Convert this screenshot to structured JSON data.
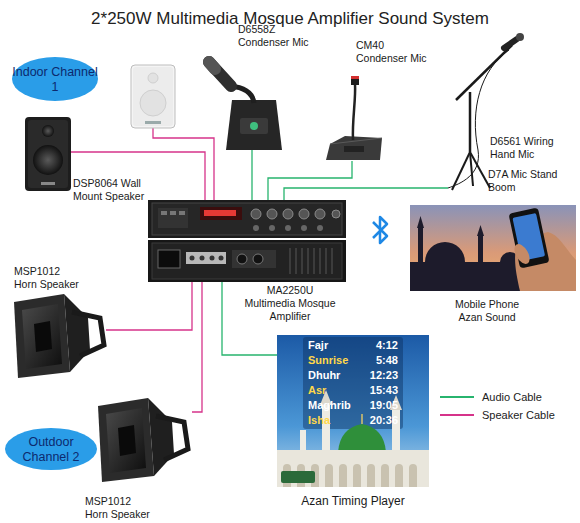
{
  "diagram": {
    "title": "2*250W Multimedia Mosque Amplifier Sound System",
    "nodes": [
      {
        "text": [
          "Indoor Channel 1"
        ]
      },
      {
        "text": [
          "DSP8064 Wall Mount Speaker"
        ]
      },
      {
        "text": [
          "D6558Z Condenser Mic"
        ]
      },
      {
        "text": [
          "CM40 Condenser Mic"
        ]
      },
      {
        "text": [
          "D6561 Wiring Hand Mic",
          "D7A Mic Stand Boom"
        ]
      },
      {
        "text": [
          "MA2250U Multimedia Mosque Amplifier"
        ]
      },
      {
        "text": [
          "Mobile Phone Azan Sound"
        ]
      },
      {
        "text": [
          "MSP1012 Horn Speaker"
        ]
      },
      {
        "text": [
          "Outdoor Channel 2"
        ]
      },
      {
        "text": [
          "MSP1012 Horn Speaker"
        ]
      },
      {
        "text": [
          "Azan Timing Player"
        ]
      }
    ],
    "edges": [
      {
        "from": 5,
        "to": 1,
        "arrow": "none"
      },
      {
        "from": 5,
        "to": 7,
        "arrow": "none"
      },
      {
        "from": 5,
        "to": 9,
        "arrow": "none"
      },
      {
        "from": 2,
        "to": 5,
        "arrow": "none"
      },
      {
        "from": 3,
        "to": 5,
        "arrow": "none"
      },
      {
        "from": 4,
        "to": 5,
        "arrow": "none"
      },
      {
        "from": 10,
        "to": 5,
        "arrow": "none"
      }
    ],
    "labels": [
      "Fajr",
      "4:12",
      "Sunrise",
      "5:48",
      "Dhuhr",
      "12:23",
      "Asr",
      "15:43",
      "Maghrib",
      "19:05",
      "Isha",
      "20:36"
    ],
    "legend": [
      {
        "text": "Audio Cable",
        "color": "#27b46e"
      },
      {
        "text": "Speaker Cable",
        "color": "#d6338a"
      }
    ]
  }
}
